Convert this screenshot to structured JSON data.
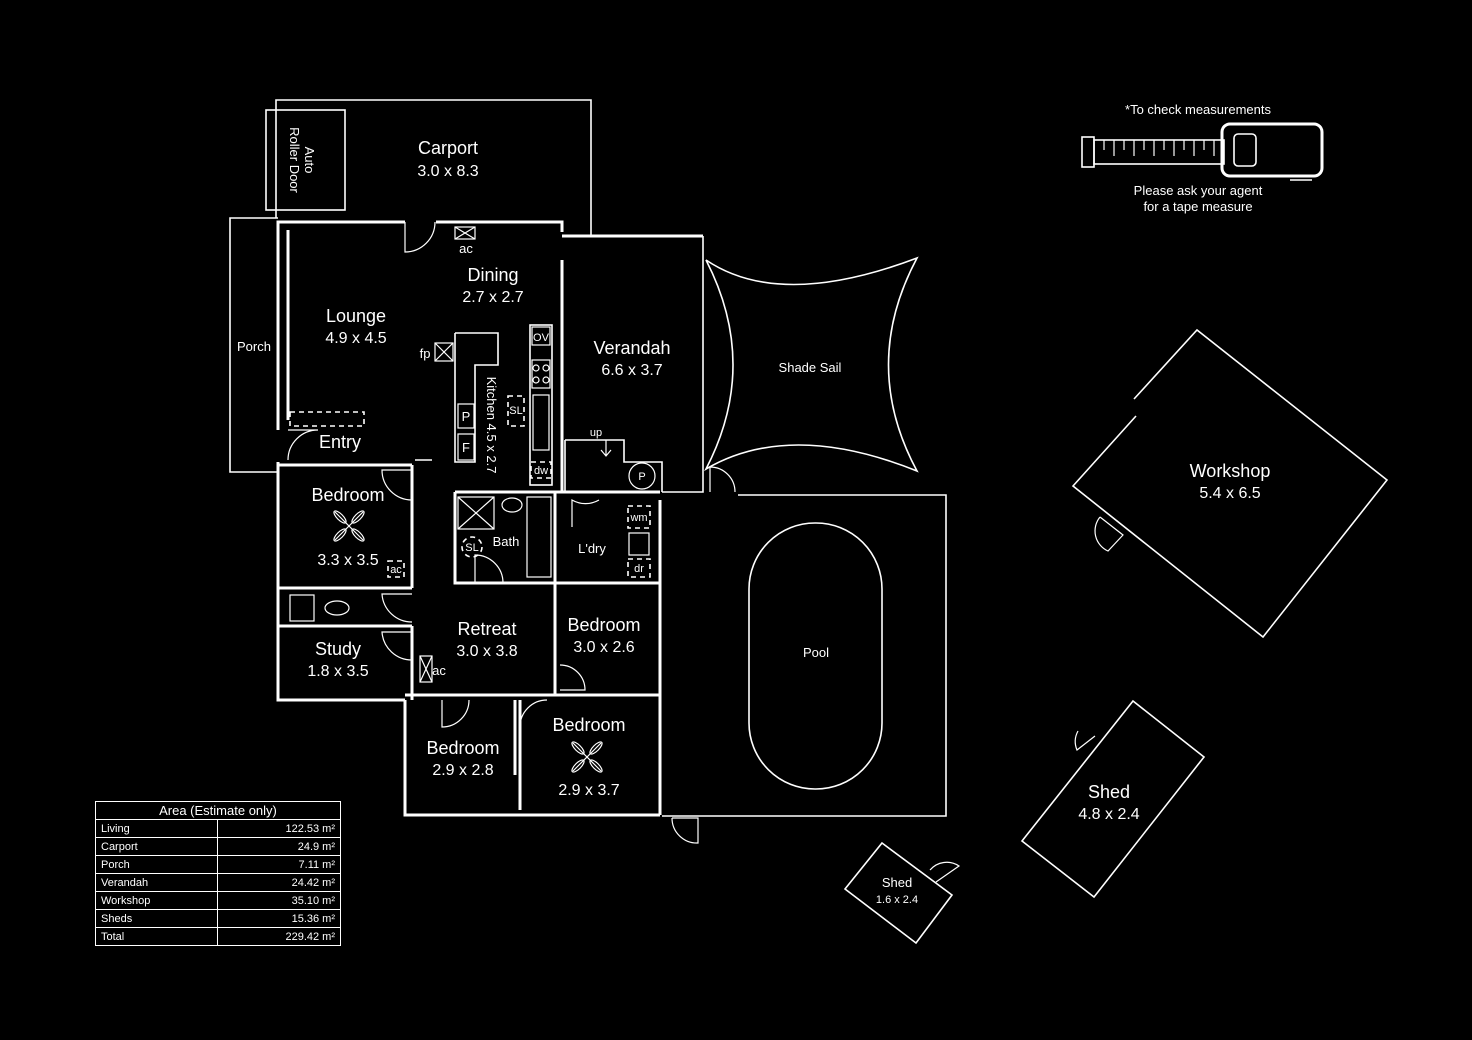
{
  "rooms": {
    "carport": {
      "name": "Carport",
      "dims": "3.0 x 8.3"
    },
    "auto_door": {
      "line1": "Auto",
      "line2": "Roller Door"
    },
    "porch": {
      "name": "Porch"
    },
    "lounge": {
      "name": "Lounge",
      "dims": "4.9 x 4.5"
    },
    "dining": {
      "name": "Dining",
      "dims": "2.7 x 2.7"
    },
    "kitchen": {
      "name": "Kitchen 4.5 x 2.7"
    },
    "entry": {
      "name": "Entry"
    },
    "verandah": {
      "name": "Verandah",
      "dims": "6.6 x 3.7"
    },
    "shade_sail": {
      "name": "Shade Sail"
    },
    "bedroom1": {
      "name": "Bedroom",
      "dims": "3.3 x 3.5"
    },
    "bath": {
      "name": "Bath"
    },
    "laundry": {
      "name": "L'dry"
    },
    "retreat": {
      "name": "Retreat",
      "dims": "3.0 x 3.8"
    },
    "study": {
      "name": "Study",
      "dims": "1.8 x 3.5"
    },
    "bedroom2": {
      "name": "Bedroom",
      "dims": "3.0 x 2.6"
    },
    "bedroom3": {
      "name": "Bedroom",
      "dims": "2.9 x 2.8"
    },
    "bedroom4": {
      "name": "Bedroom",
      "dims": "2.9 x 3.7"
    },
    "pool": {
      "name": "Pool"
    },
    "workshop": {
      "name": "Workshop",
      "dims": "5.4 x 6.5"
    },
    "shed_large": {
      "name": "Shed",
      "dims": "4.8 x 2.4"
    },
    "shed_small": {
      "name": "Shed",
      "dims": "1.6 x 2.4"
    }
  },
  "fixtures": {
    "ac": "ac",
    "fp": "fp",
    "ov": "OV",
    "p": "P",
    "f": "F",
    "sl": "SL",
    "dw": "dw",
    "up": "up",
    "wm": "wm",
    "dr": "dr"
  },
  "tape": {
    "note_top": "*To check measurements",
    "note_line1": "Please ask your agent",
    "note_line2": "for a tape measure"
  },
  "area_table": {
    "title": "Area (Estimate only)",
    "rows": [
      {
        "label": "Living",
        "value": "122.53 m²"
      },
      {
        "label": "Carport",
        "value": "24.9 m²"
      },
      {
        "label": "Porch",
        "value": "7.11 m²"
      },
      {
        "label": "Verandah",
        "value": "24.42 m²"
      },
      {
        "label": "Workshop",
        "value": "35.10 m²"
      },
      {
        "label": "Sheds",
        "value": "15.36 m²"
      },
      {
        "label": "Total",
        "value": "229.42 m²"
      }
    ]
  }
}
